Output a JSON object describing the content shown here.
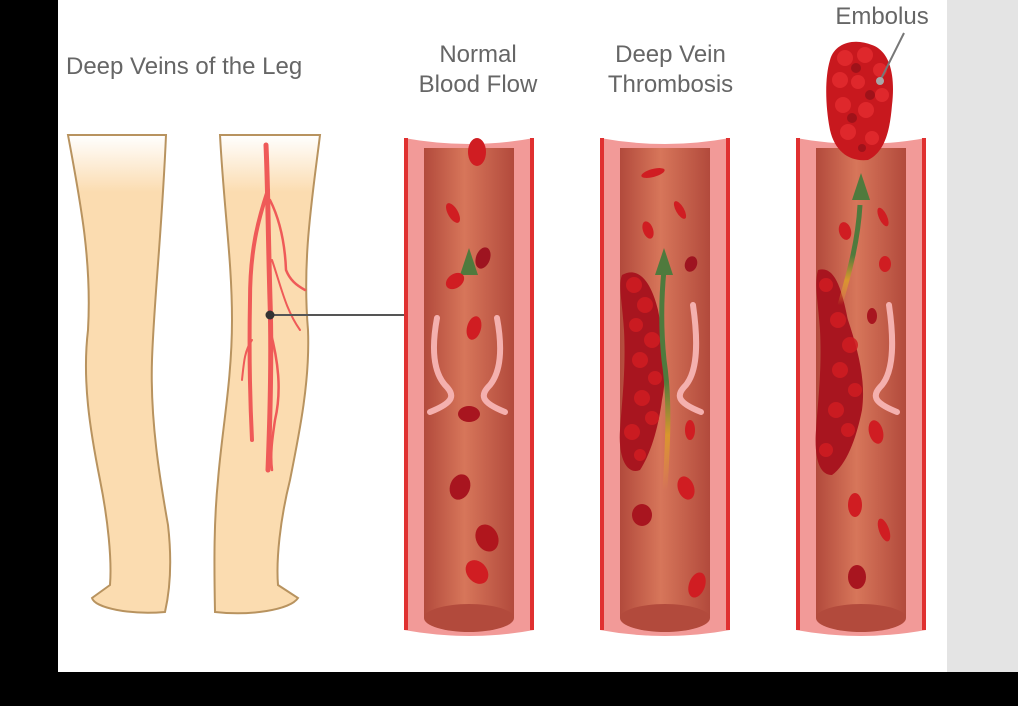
{
  "figure": {
    "labels": {
      "legs": "Deep Veins of the Leg",
      "normal_line1": "Normal",
      "normal_line2": "Blood Flow",
      "dvt_line1": "Deep Vein",
      "dvt_line2": "Thrombosis",
      "embolus": "Embolus"
    },
    "panels": [
      {
        "id": "legs",
        "description": "Two lower legs viewed from behind; right leg shows red deep veins with a callout line"
      },
      {
        "id": "normal",
        "description": "Vein cross-section with scattered red blood cells, open valves and green upward flow arrow"
      },
      {
        "id": "dvt",
        "description": "Vein cross-section with clot attached to left wall near valve; flow arrow curves around clot"
      },
      {
        "id": "embolus",
        "description": "Vein cross-section with clot fragment breaking free and exiting top as an embolus"
      }
    ],
    "colors": {
      "skin": "#fbdcb0",
      "skin_outline": "#b8935f",
      "vein": "#ef5a58",
      "vessel_wall": "#f29a98",
      "vessel_edge": "#e03030",
      "vessel_lumen": "#c9604a",
      "blood_cell": "#d01d22",
      "clot_dark": "#9e1420",
      "flow_arrow": "#4f7a3d",
      "text": "#666666"
    }
  }
}
